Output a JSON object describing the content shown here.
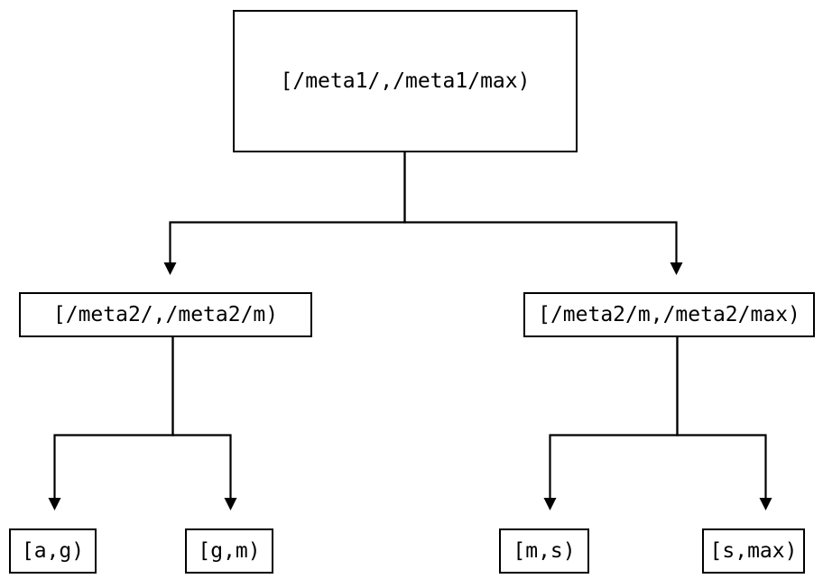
{
  "diagram": {
    "type": "tree",
    "title": "",
    "background_color": "#ffffff",
    "line_color": "#000000",
    "text_color": "#000000",
    "nodes": {
      "root": {
        "label": "[/meta1/,/meta1/max)",
        "level": 0
      },
      "level2_left": {
        "label": "[/meta2/,/meta2/m)",
        "level": 1
      },
      "level2_right": {
        "label": "[/meta2/m,/meta2/max)",
        "level": 1
      },
      "leaf_1": {
        "label": "[a,g)",
        "level": 2
      },
      "leaf_2": {
        "label": "[g,m)",
        "level": 2
      },
      "leaf_3": {
        "label": "[m,s)",
        "level": 2
      },
      "leaf_4": {
        "label": "[s,max)",
        "level": 2
      }
    },
    "edges": [
      {
        "from": "root",
        "to": "level2_left",
        "arrow": "down-triangle"
      },
      {
        "from": "root",
        "to": "level2_right",
        "arrow": "down-triangle"
      },
      {
        "from": "level2_left",
        "to": "leaf_1",
        "arrow": "down-triangle"
      },
      {
        "from": "level2_left",
        "to": "leaf_2",
        "arrow": "down-triangle"
      },
      {
        "from": "level2_right",
        "to": "leaf_3",
        "arrow": "down-triangle"
      },
      {
        "from": "level2_right",
        "to": "leaf_4",
        "arrow": "down-triangle"
      }
    ]
  }
}
